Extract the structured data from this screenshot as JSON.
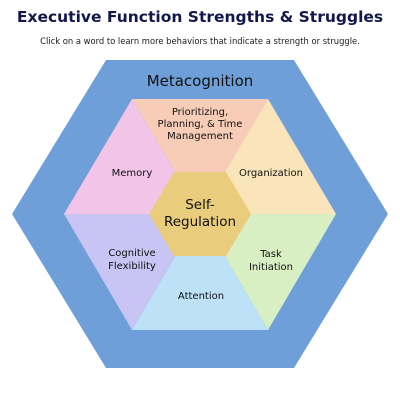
{
  "header": {
    "title": "Executive Function Strengths & Struggles",
    "subtitle": "Click on a word to learn more behaviors that indicate a strength or struggle."
  },
  "diagram": {
    "outer": {
      "label": "Metacognition",
      "color": "#6f9fd8"
    },
    "center": {
      "label_line1": "Self-",
      "label_line2": "Regulation",
      "color": "#e9cc7c"
    },
    "segments": {
      "top": {
        "line1": "Prioritizing,",
        "line2": "Planning, & Time",
        "line3": "Management",
        "color": "#f8cdb8"
      },
      "upper_right": {
        "line1": "Organization",
        "color": "#fae4b9"
      },
      "lower_right": {
        "line1": "Task",
        "line2": "Initiation",
        "color": "#d8efc4"
      },
      "bottom": {
        "line1": "Attention",
        "color": "#bde1f7"
      },
      "lower_left": {
        "line1": "Cognitive",
        "line2": "Flexibility",
        "color": "#c8c4f3"
      },
      "upper_left": {
        "line1": "Memory",
        "color": "#f2c4e8"
      }
    }
  }
}
